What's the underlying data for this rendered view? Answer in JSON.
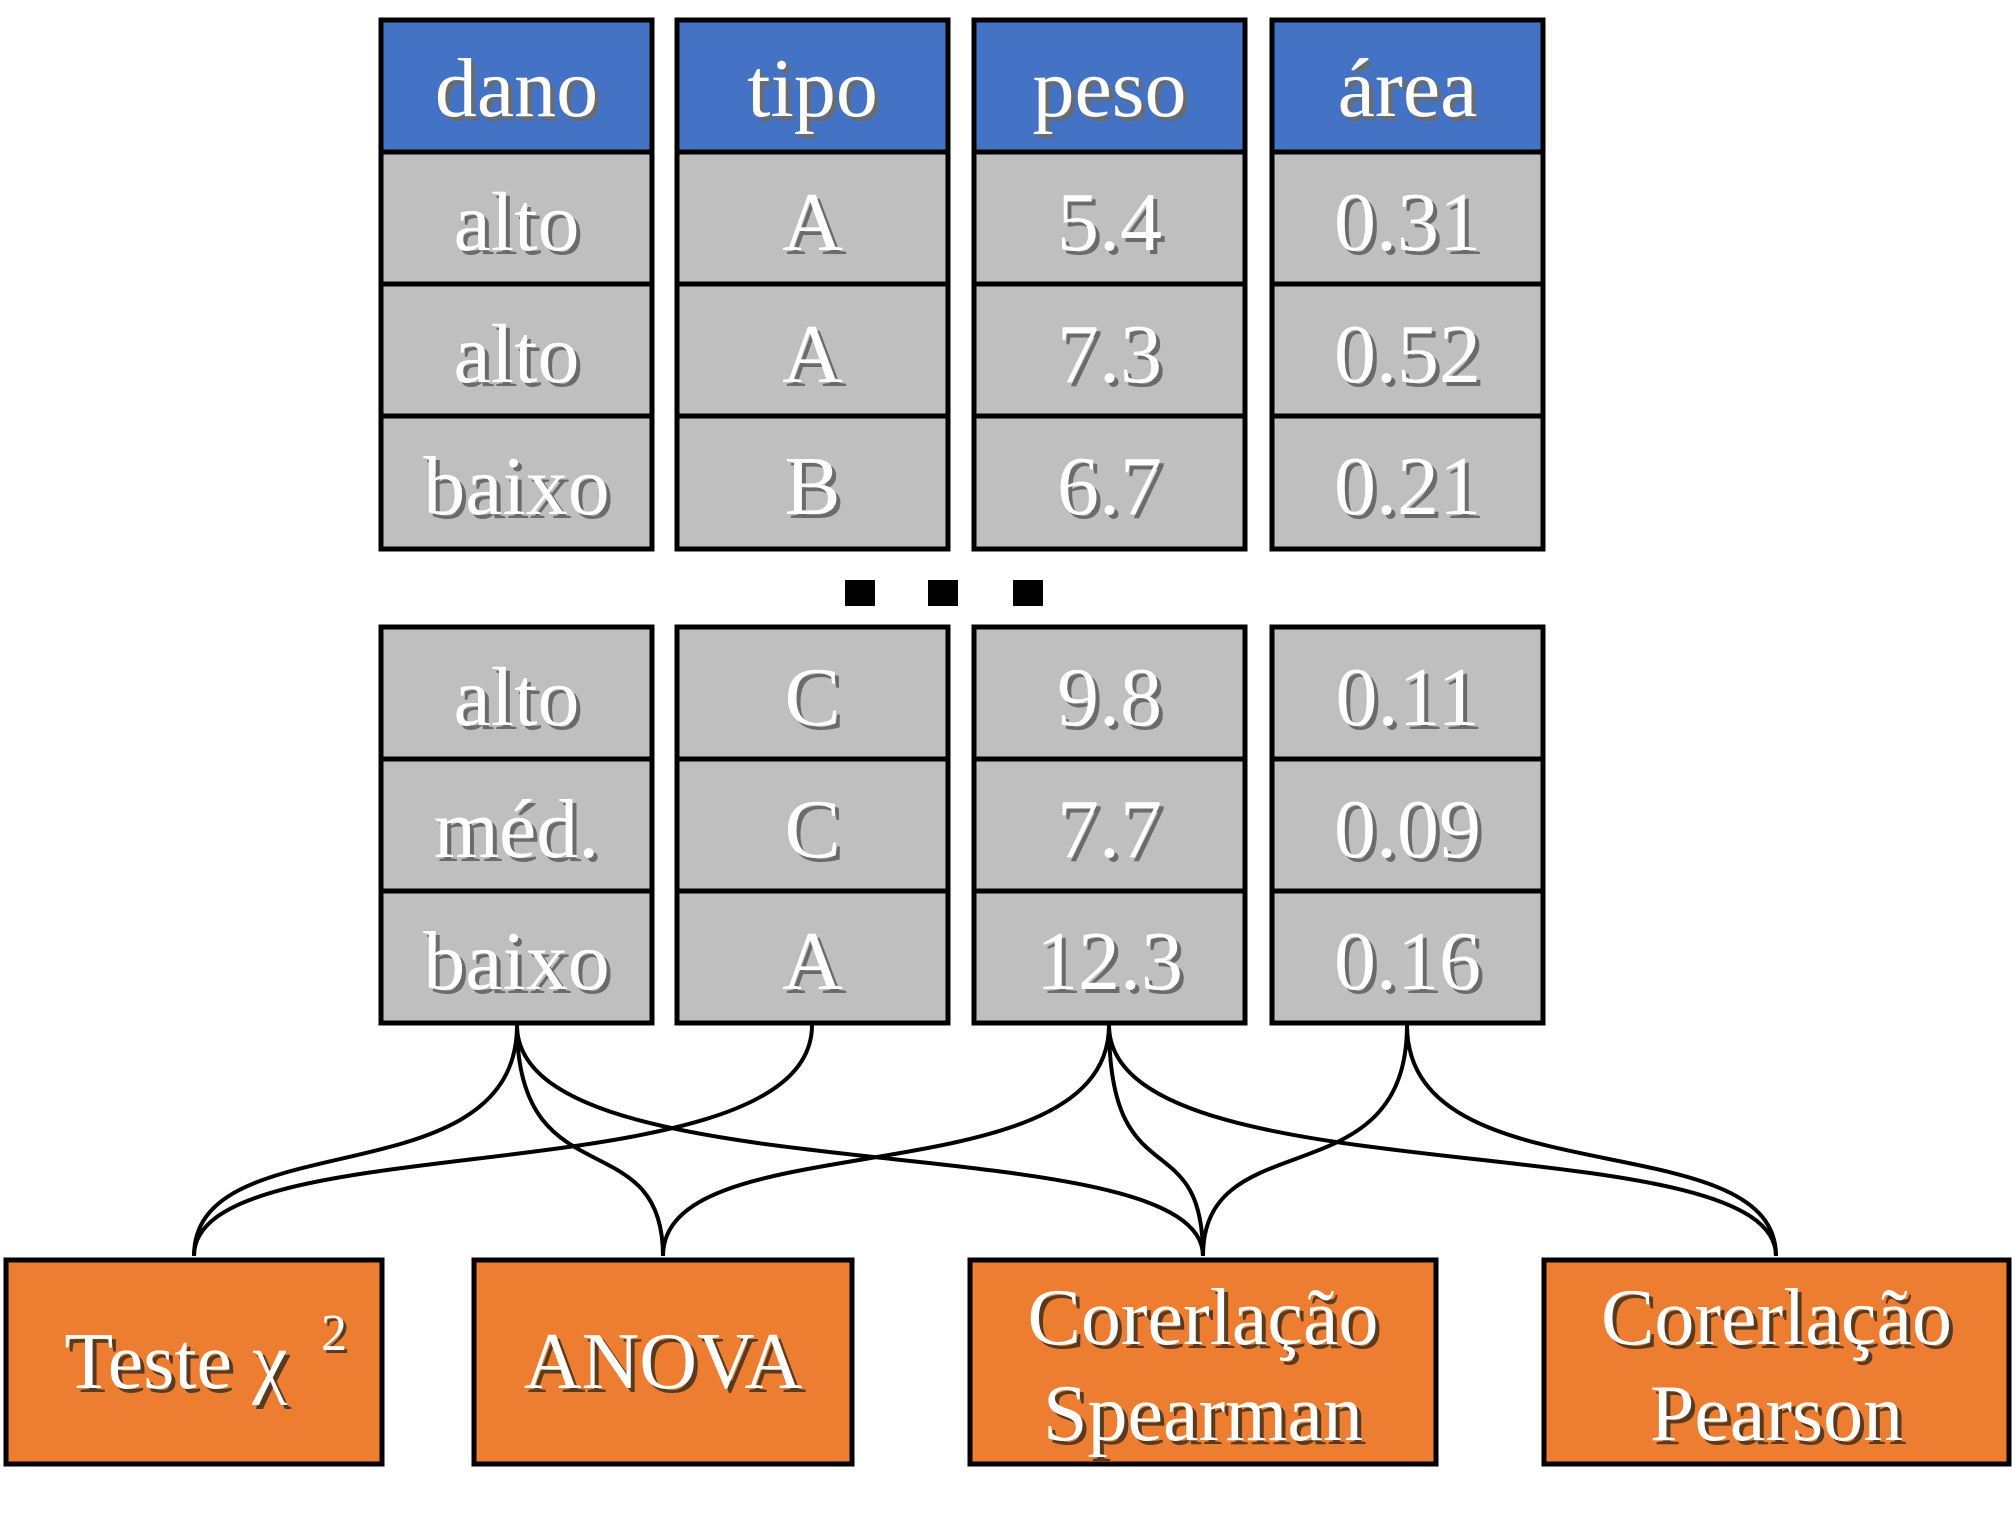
{
  "colors": {
    "header_fill": "#4472c4",
    "cell_fill": "#bfbfbf",
    "method_fill": "#ed7d31",
    "stroke": "#000000",
    "text": "#ffffff"
  },
  "columns": [
    {
      "header": "dano",
      "top_rows": [
        "alto",
        "alto",
        "baixo"
      ],
      "bottom_rows": [
        "alto",
        "méd.",
        "baixo"
      ]
    },
    {
      "header": "tipo",
      "top_rows": [
        "A",
        "A",
        "B"
      ],
      "bottom_rows": [
        "C",
        "C",
        "A"
      ]
    },
    {
      "header": "peso",
      "top_rows": [
        "5.4",
        "7.3",
        "6.7"
      ],
      "bottom_rows": [
        "9.8",
        "7.7",
        "12.3"
      ]
    },
    {
      "header": "área",
      "top_rows": [
        "0.31",
        "0.52",
        "0.21"
      ],
      "bottom_rows": [
        "0.11",
        "0.09",
        "0.16"
      ]
    }
  ],
  "ellipsis_dots": 3,
  "methods": [
    {
      "lines": [
        "Teste χ"
      ],
      "superscript": "2",
      "inputs": [
        "dano",
        "tipo"
      ]
    },
    {
      "lines": [
        "ANOVA"
      ],
      "inputs": [
        "dano",
        "peso"
      ]
    },
    {
      "lines": [
        "Corerlação",
        "Spearman"
      ],
      "inputs": [
        "dano",
        "peso",
        "área"
      ]
    },
    {
      "lines": [
        "Corerlação",
        "Pearson"
      ],
      "inputs": [
        "peso",
        "área"
      ]
    }
  ]
}
